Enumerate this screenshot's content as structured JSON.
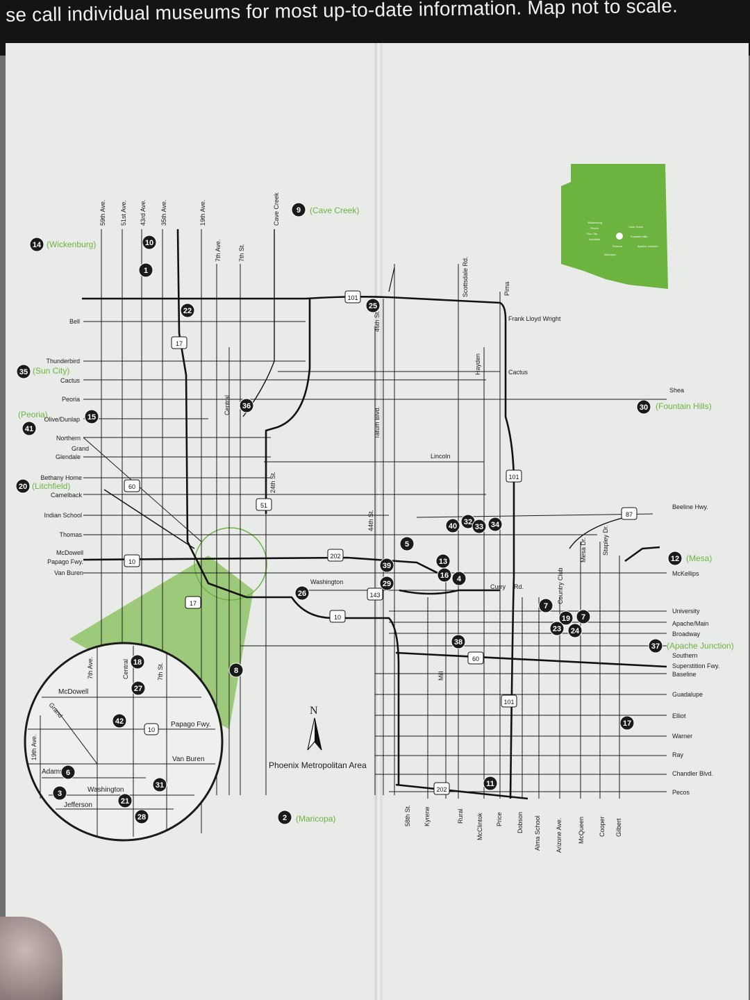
{
  "banner": {
    "text": "se call individual museums for most up-to-date information. Map not to scale."
  },
  "map": {
    "caption": "Phoenix Metropolitan Area",
    "north_label": "N",
    "colors": {
      "accent_green": "#6cb33f",
      "road": "#1a1a1a",
      "paper": "#e9ebe9"
    },
    "west_streets": [
      {
        "label": "59th Ave."
      },
      {
        "label": "51st Ave."
      },
      {
        "label": "43rd Ave."
      },
      {
        "label": "35th Ave."
      },
      {
        "label": "19th Ave."
      },
      {
        "label": "7th Ave."
      },
      {
        "label": "7th St."
      },
      {
        "label": "Cave Creek"
      }
    ],
    "west_roads": [
      {
        "label": "Bell"
      },
      {
        "label": "Thunderbird"
      },
      {
        "label": "Cactus"
      },
      {
        "label": "Peoria"
      },
      {
        "label": "Olive/Dunlap"
      },
      {
        "label": "Northern"
      },
      {
        "label": "Grand"
      },
      {
        "label": "Glendale"
      },
      {
        "label": "Bethany Home"
      },
      {
        "label": "Camelback"
      },
      {
        "label": "Indian School"
      },
      {
        "label": "Thomas"
      },
      {
        "label": "McDowell"
      },
      {
        "label": "Papago Fwy."
      },
      {
        "label": "Van Buren"
      }
    ],
    "central_streets": [
      {
        "label": "Central"
      },
      {
        "label": "24th St."
      },
      {
        "label": "Tatum Blvd."
      },
      {
        "label": "44th St."
      },
      {
        "label": "46th St."
      },
      {
        "label": "Scottsdale Rd."
      },
      {
        "label": "Hayden"
      },
      {
        "label": "Pima"
      },
      {
        "label": "Mill"
      }
    ],
    "central_roads": [
      {
        "label": "Frank Lloyd Wright"
      },
      {
        "label": "Cactus"
      },
      {
        "label": "Shea"
      },
      {
        "label": "Lincoln"
      },
      {
        "label": "Washington"
      },
      {
        "label": "Curry"
      },
      {
        "label": "Rd."
      },
      {
        "label": "Country Club"
      },
      {
        "label": "Mesa Dr."
      },
      {
        "label": "Stapley Dr."
      }
    ],
    "east_roads": [
      {
        "label": "Beeline Hwy."
      },
      {
        "label": "McKellips"
      },
      {
        "label": "University"
      },
      {
        "label": "Apache/Main"
      },
      {
        "label": "Broadway"
      },
      {
        "label": "Southern"
      },
      {
        "label": "Superstition Fwy."
      },
      {
        "label": "Baseline"
      },
      {
        "label": "Guadalupe"
      },
      {
        "label": "Elliot"
      },
      {
        "label": "Warner"
      },
      {
        "label": "Ray"
      },
      {
        "label": "Chandler Blvd."
      },
      {
        "label": "Pecos"
      }
    ],
    "bottom_streets": [
      {
        "label": "58th St."
      },
      {
        "label": "Kyrene"
      },
      {
        "label": "Rural"
      },
      {
        "label": "McClintok"
      },
      {
        "label": "Price"
      },
      {
        "label": "Dobson"
      },
      {
        "label": "Alma School"
      },
      {
        "label": "Arizone Ave."
      },
      {
        "label": "McQueen"
      },
      {
        "label": "Cooper"
      },
      {
        "label": "Gilbert"
      }
    ],
    "cities": [
      {
        "label": "(Wickenburg)"
      },
      {
        "label": "(Cave Creek)"
      },
      {
        "label": "(Sun City)"
      },
      {
        "label": "(Peoria)"
      },
      {
        "label": "(Litchfield)"
      },
      {
        "label": "(Fountain Hills)"
      },
      {
        "label": "(Mesa)"
      },
      {
        "label": "(Apache Junction)"
      },
      {
        "label": "(Maricopa)"
      }
    ],
    "highway_shields": [
      "101",
      "17",
      "60",
      "10",
      "51",
      "202",
      "143",
      "10",
      "60",
      "101",
      "87",
      "101",
      "202",
      "17"
    ],
    "markers": [
      "14",
      "10",
      "1",
      "9",
      "22",
      "25",
      "35",
      "15",
      "41",
      "36",
      "20",
      "5",
      "40",
      "32",
      "33",
      "34",
      "39",
      "13",
      "16",
      "4",
      "29",
      "26",
      "7",
      "19",
      "7",
      "23",
      "24",
      "38",
      "8",
      "37",
      "12",
      "30",
      "17",
      "11",
      "2",
      "18",
      "27",
      "42",
      "6",
      "3",
      "31",
      "21",
      "28"
    ],
    "inset": {
      "streets": [
        {
          "label": "7th Ave."
        },
        {
          "label": "Central"
        },
        {
          "label": "7th St."
        },
        {
          "label": "19th Ave."
        }
      ],
      "roads": [
        {
          "label": "McDowell"
        },
        {
          "label": "Grand"
        },
        {
          "label": "Papago Fwy."
        },
        {
          "label": "Van Buren"
        },
        {
          "label": "Adams"
        },
        {
          "label": "Washington"
        },
        {
          "label": "Jefferson"
        }
      ],
      "shield": "10"
    },
    "state_inset": {
      "places": [
        "Wickenburg",
        "Peoria",
        "Sun City",
        "Litchfield",
        "Phoenix",
        "Maricopa",
        "Cave Creek",
        "Fountain Hills",
        "Apache Junction"
      ]
    }
  }
}
